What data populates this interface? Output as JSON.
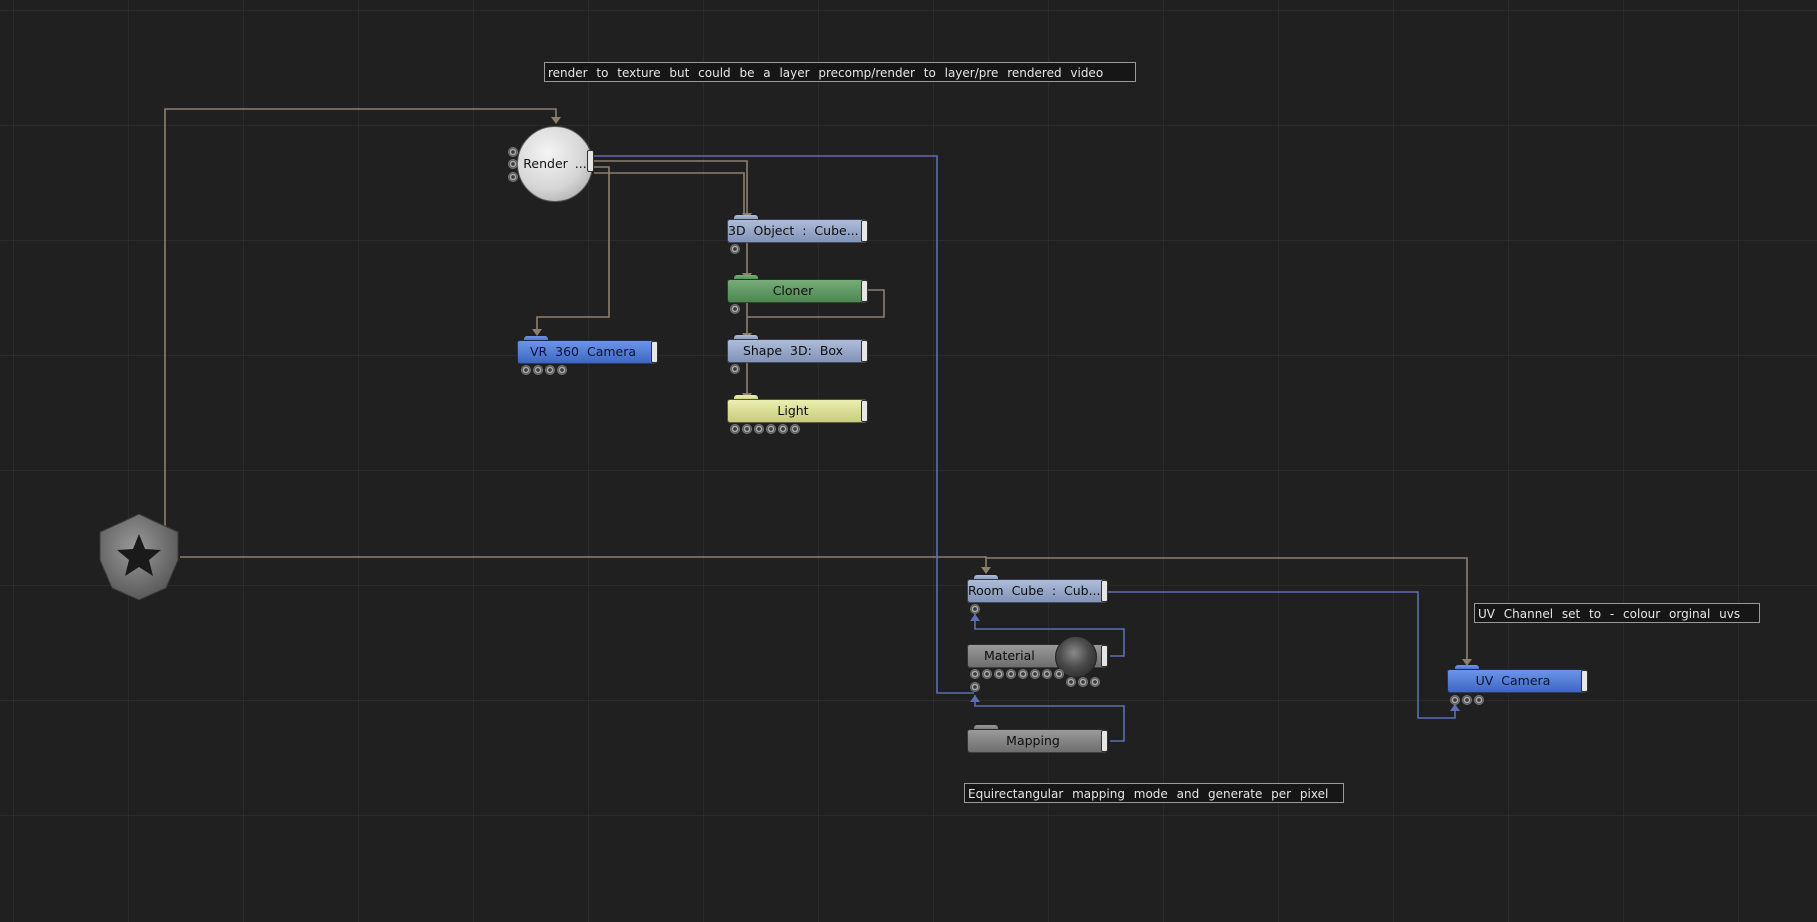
{
  "canvas": {
    "background": "#202020",
    "grid_color": "#2c2c2c",
    "wire_colors": {
      "transform": "#8c7f70",
      "texture": "#5b6fb5"
    }
  },
  "comments": {
    "render_note": "render to texture but could be a layer precomp/render to layer/pre rendered video",
    "uv_note": "UV Channel set to - colour orginal uvs",
    "mapping_note": "Equirectangular mapping mode and generate per pixel"
  },
  "nodes": {
    "render": {
      "label": "Render ...",
      "icon": "sphere-icon"
    },
    "vr_camera": {
      "label": "VR 360 Camera",
      "color": "#5b82d8"
    },
    "object3d": {
      "label": "3D Object : Cube...",
      "color": "#9aaaca"
    },
    "cloner": {
      "label": "Cloner",
      "color": "#629a65"
    },
    "shape_box": {
      "label": "Shape 3D: Box",
      "color": "#9aaaca"
    },
    "light": {
      "label": "Light",
      "color": "#dde099"
    },
    "room_cube": {
      "label": "Room Cube : Cub...",
      "color": "#9aaaca"
    },
    "material": {
      "label": "Material",
      "color": "#858585"
    },
    "mapping": {
      "label": "Mapping",
      "color": "#858585"
    },
    "uv_camera": {
      "label": "UV Camera",
      "color": "#5b82d8"
    },
    "root": {
      "icon": "gear-star-icon"
    }
  }
}
